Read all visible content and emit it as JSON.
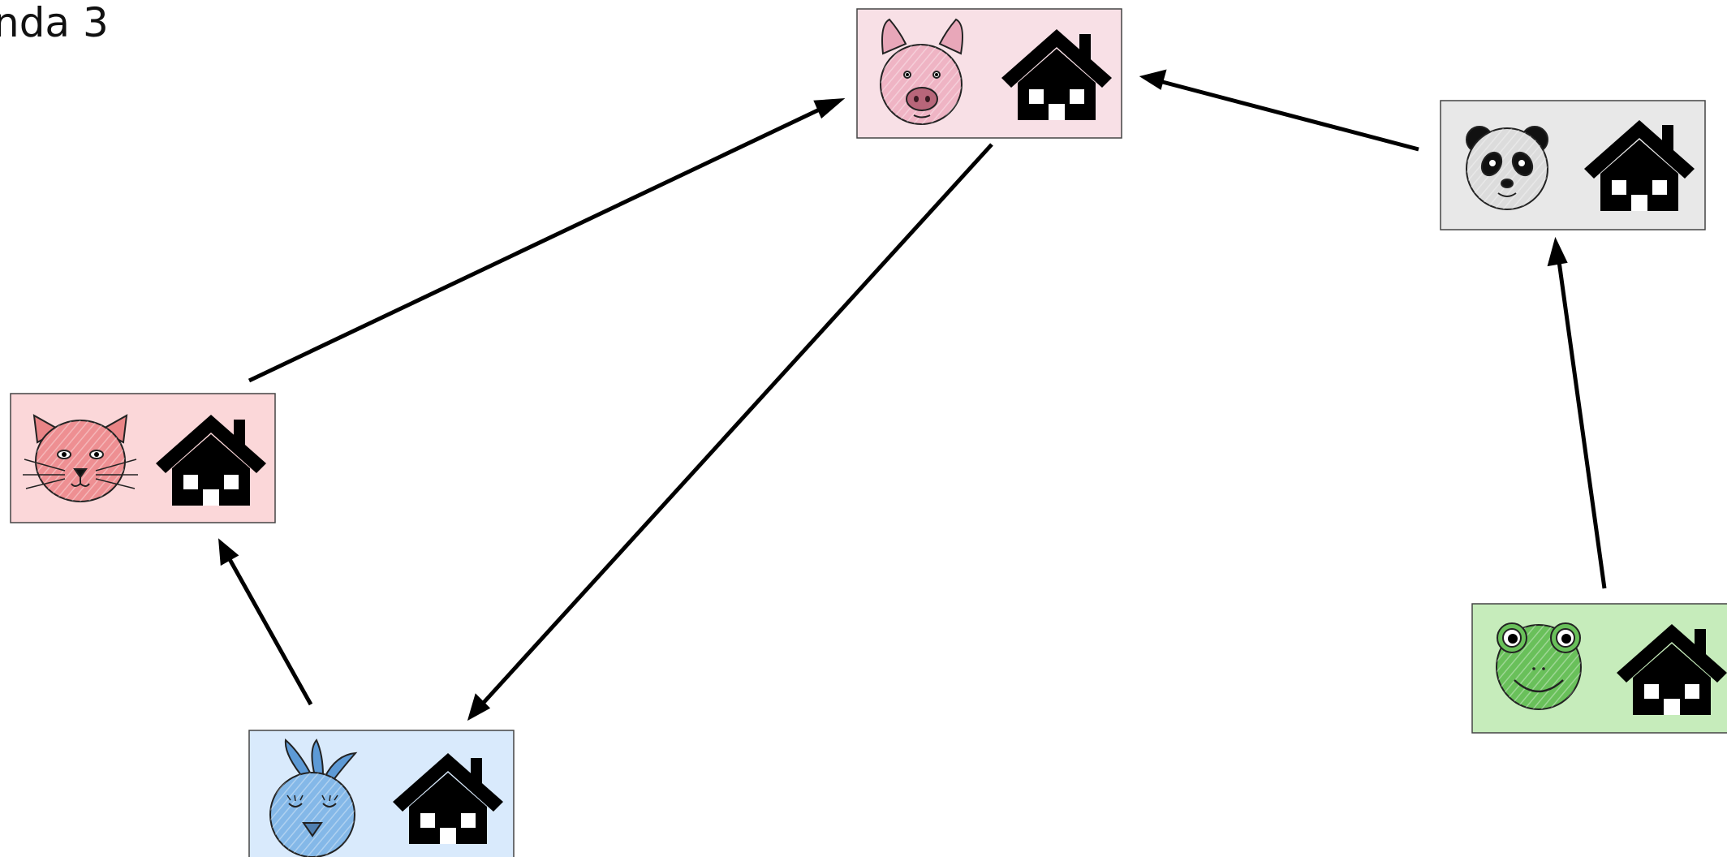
{
  "slide": {
    "title": "nda 3"
  },
  "colors": {
    "pig": "#f8e0e6",
    "panda": "#e8e8e8",
    "cat": "#fbd7d9",
    "bird": "#d9eafc",
    "frog": "#c6ecbb",
    "house": "#000000",
    "arrow": "#000000"
  },
  "nodes": [
    {
      "animal": "pig",
      "icon": "pig-face-icon"
    },
    {
      "animal": "panda",
      "icon": "panda-face-icon"
    },
    {
      "animal": "cat",
      "icon": "cat-face-icon"
    },
    {
      "animal": "bird",
      "icon": "bird-face-icon"
    },
    {
      "animal": "frog",
      "icon": "frog-face-icon"
    }
  ],
  "edges": [
    {
      "from": "cat",
      "to": "pig"
    },
    {
      "from": "panda",
      "to": "pig"
    },
    {
      "from": "pig",
      "to": "bird"
    },
    {
      "from": "bird",
      "to": "cat"
    },
    {
      "from": "frog",
      "to": "panda"
    }
  ]
}
